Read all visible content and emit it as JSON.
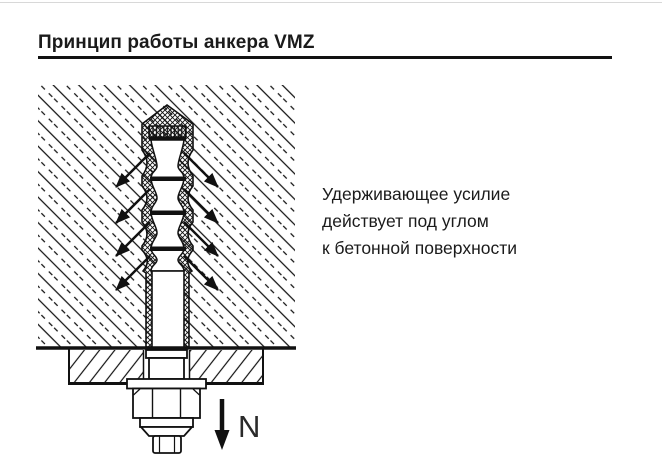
{
  "header": {
    "title": "Принцип работы анкера VMZ"
  },
  "annotation": {
    "line1": "Удерживающее усилие",
    "line2": "действует под углом",
    "line3": "к бетонной поверхности"
  },
  "labels": {
    "load": "N"
  },
  "diagram": {
    "subject": "vmz-anchor-in-concrete-cross-section",
    "arrow_count_per_side": 4
  },
  "colors": {
    "ink": "#111111",
    "text": "#1b1b1b",
    "background": "#ffffff"
  }
}
